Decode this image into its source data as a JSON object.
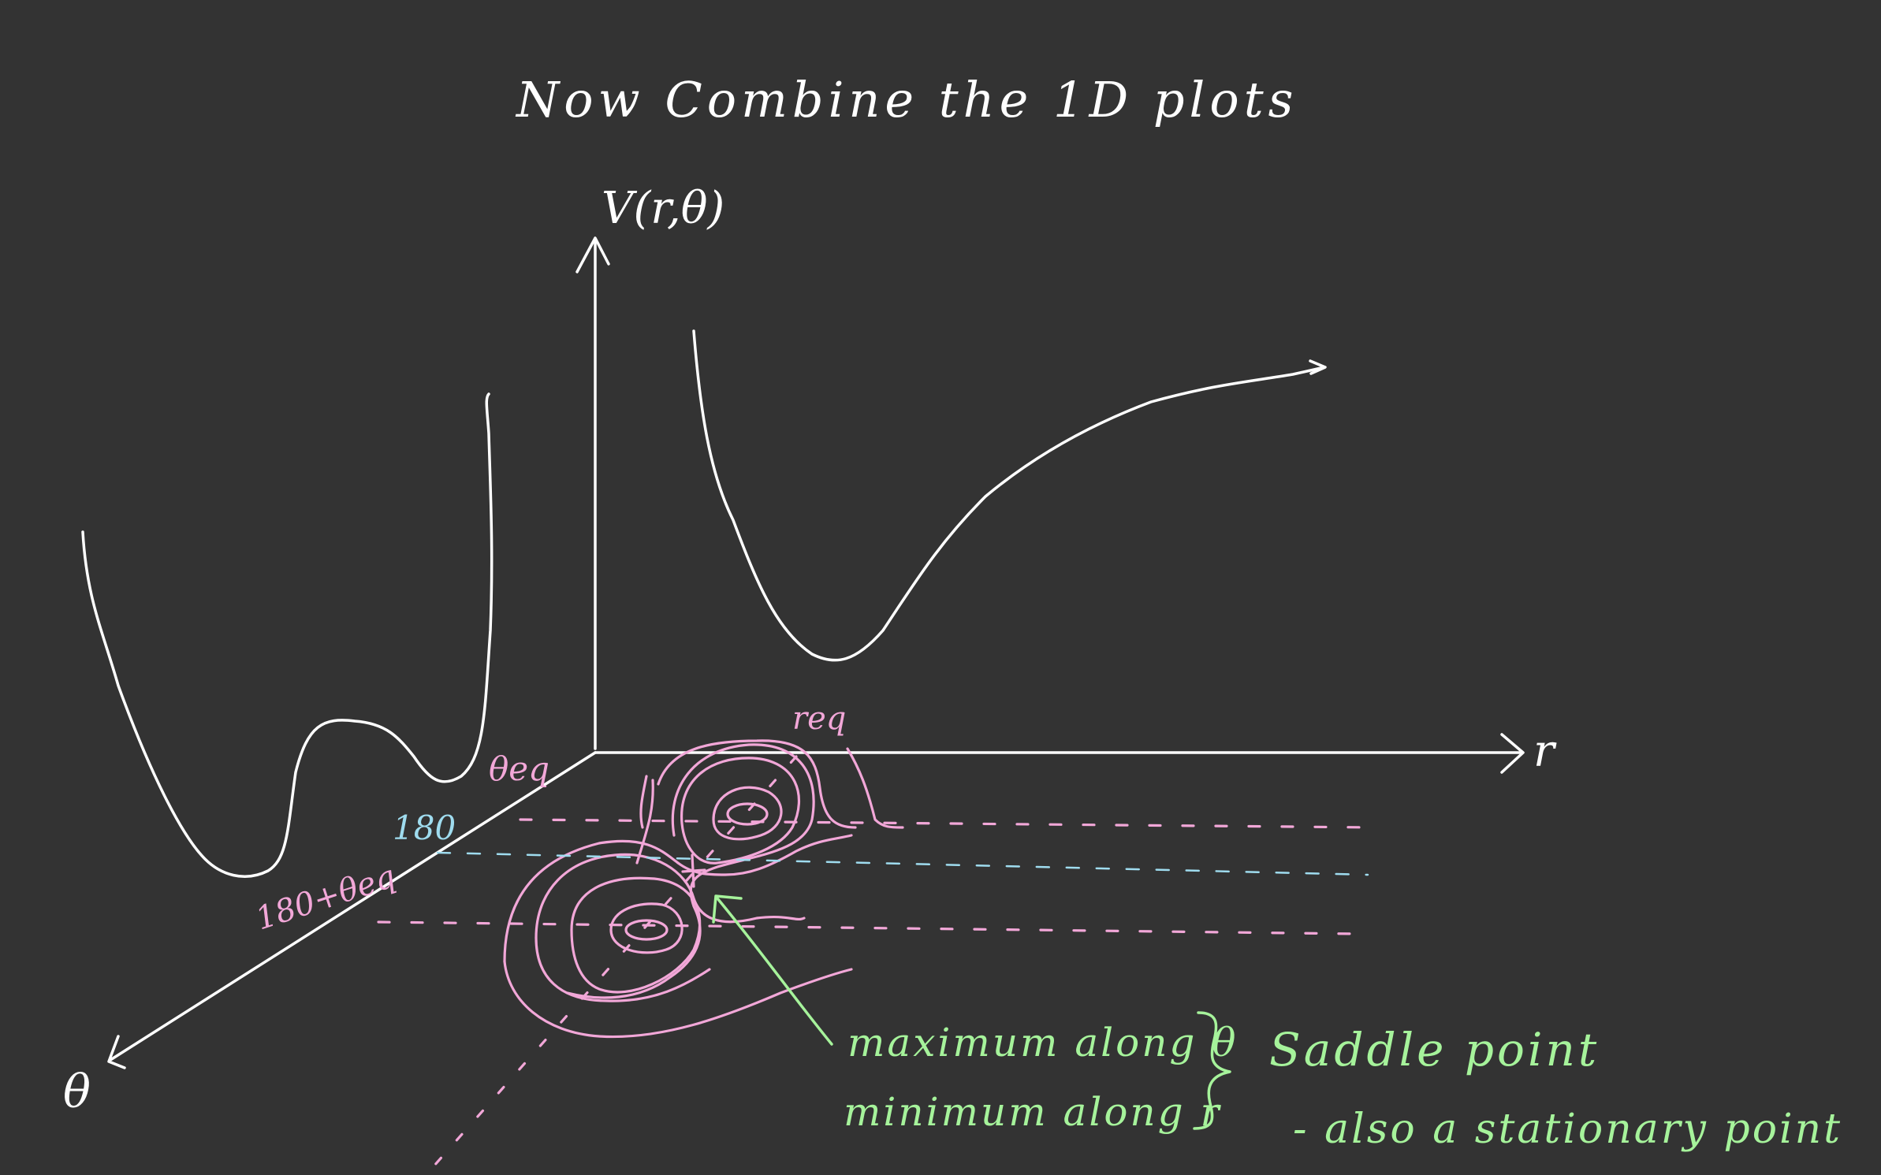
{
  "canvas": {
    "background": "#333333",
    "colors": {
      "ink": "#ffffff",
      "contour": "#f2a7d8",
      "guide_180": "#9fdcef",
      "annotation": "#a6f39b"
    }
  },
  "title": "Now Combine the 1D plots",
  "axes": {
    "vertical_label": "V(r,θ)",
    "r_label": "r",
    "theta_label": "θ"
  },
  "markers": {
    "r_eq": "req",
    "theta_eq": "θeq",
    "theta_180": "180",
    "theta_180_plus_eq": "180+θeq"
  },
  "annotation": {
    "line1": "maximum along θ",
    "line2": "minimum along r",
    "conclusion": "Saddle point",
    "note": "- also a stationary point"
  }
}
